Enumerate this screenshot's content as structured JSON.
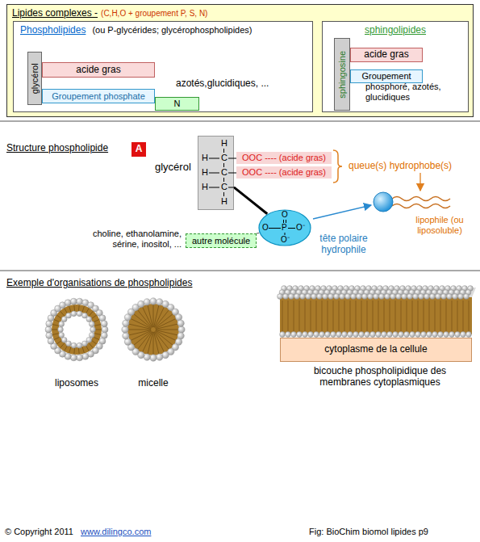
{
  "diagram": {
    "nodes": [
      {
        "text": [
          "Lipides complexes -",
          "(C,H,O + groupement P, S, N)"
        ]
      },
      {
        "text": [
          "Phospholipides",
          "(ou P-glycérides; glycérophospholipides)"
        ],
        "in": 0
      },
      {
        "text": [
          "glycérol"
        ],
        "in": 1
      },
      {
        "text": [
          "acide gras"
        ],
        "in": 1
      },
      {
        "text": [
          "Groupement phosphate"
        ],
        "in": 1
      },
      {
        "text": [
          "N"
        ],
        "in": 1
      },
      {
        "text": [
          "sphingolipides"
        ],
        "in": 0
      },
      {
        "text": [
          "sphingosine"
        ],
        "in": 6
      },
      {
        "text": [
          "acide gras"
        ],
        "in": 6
      },
      {
        "text": [
          "Groupement"
        ],
        "in": 6
      },
      {
        "text": [
          "A"
        ]
      },
      {
        "text": [
          "H",
          "H",
          "C",
          "H",
          "C",
          "H",
          "C",
          "H"
        ]
      },
      {
        "text": [
          "OOC ---- (acide gras)"
        ]
      },
      {
        "text": [
          "OOC ---- (acide gras)"
        ]
      },
      {
        "text": [
          "O",
          "O",
          "P",
          "O⁻",
          "O⁻"
        ]
      },
      {
        "text": [
          "autre molécule"
        ]
      },
      {
        "text": [
          "cytoplasme de la cellule"
        ]
      }
    ],
    "edges": [
      {
        "from": 11,
        "to": 14,
        "arrow": "none"
      },
      {
        "from": 15,
        "to": 14,
        "arrow": "none"
      }
    ],
    "labels": [
      "azotés,glucidiques, ...",
      "phosphoré, azotés, glucidiques",
      "Structure phospholipide",
      "glycérol",
      "queue(s) hydrophobe(s)",
      "tête polaire hydrophile",
      "lipophile (ou liposoluble)",
      "choline, ethanolamine, sérine, inositol, ...",
      "Exemple d'organisations de phospholipides",
      "liposomes",
      "micelle",
      "bicouche phospholipidique des membranes cytoplasmiques",
      "© Copyright 2011",
      "www.dilingco.com",
      "Fig: BioChim biomol lipides p9"
    ]
  }
}
